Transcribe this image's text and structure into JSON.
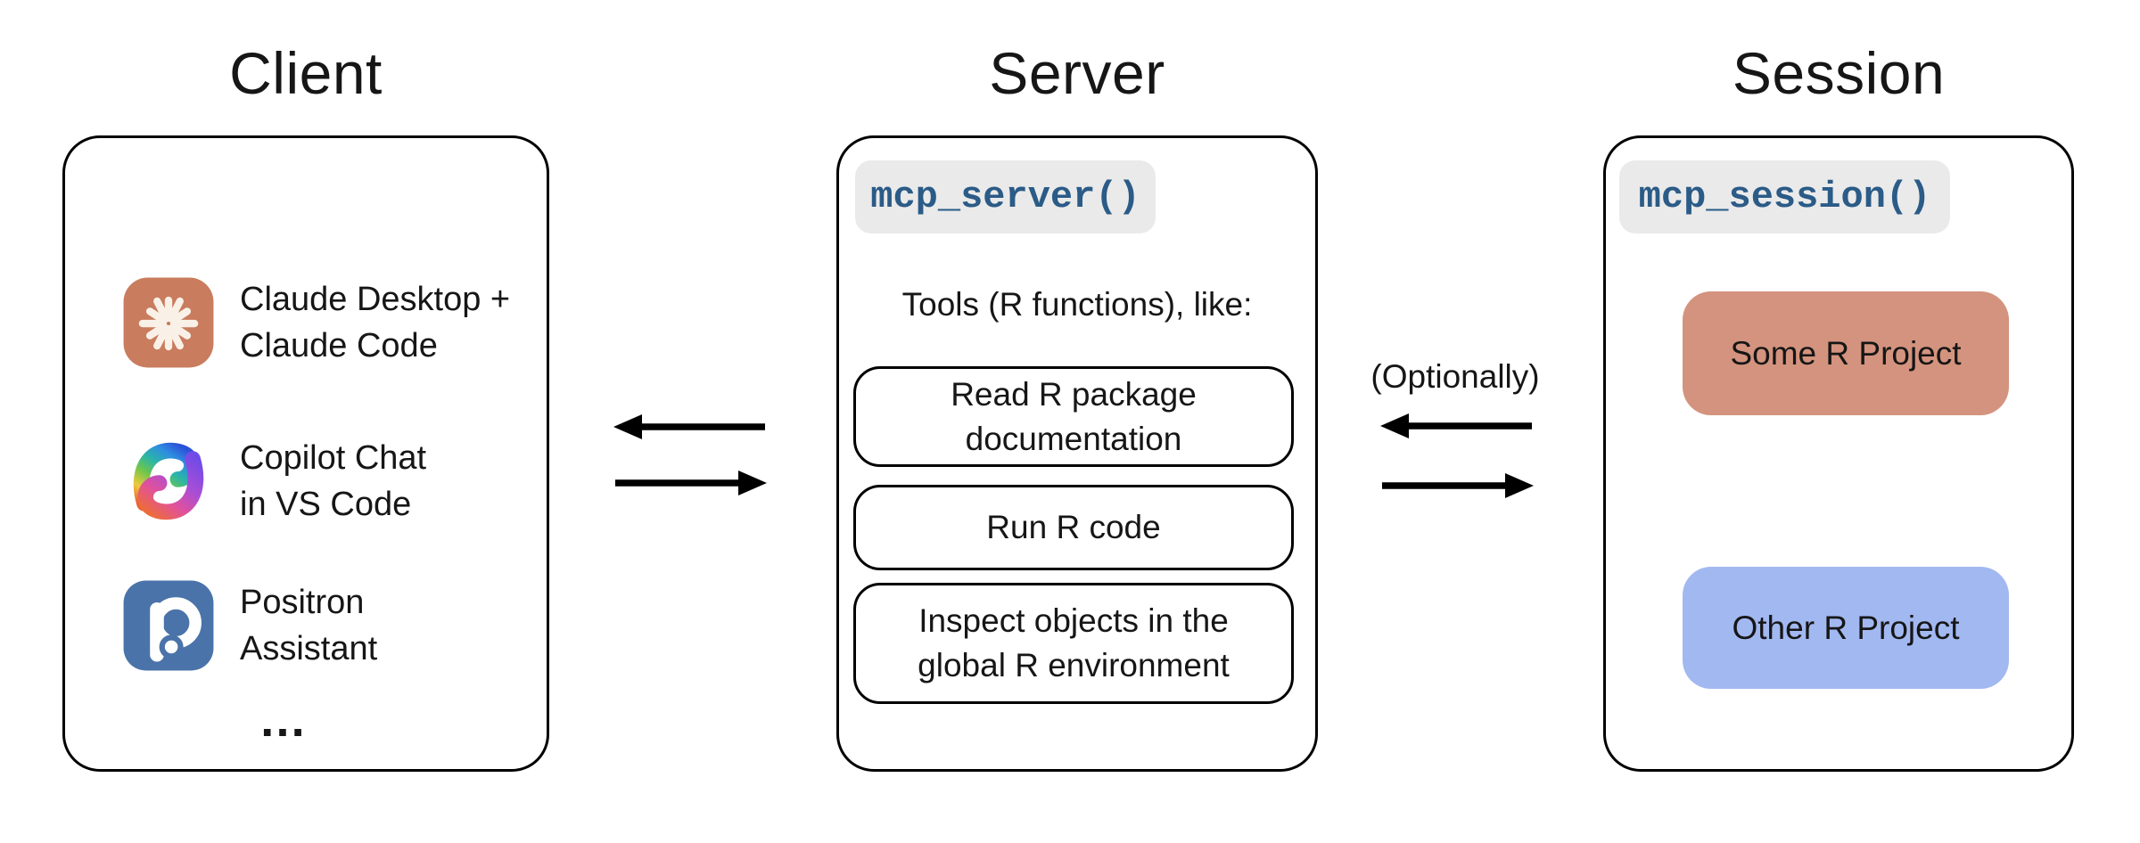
{
  "titles": {
    "client": "Client",
    "server": "Server",
    "session": "Session"
  },
  "client": {
    "items": [
      {
        "icon": "claude-icon",
        "label": "Claude Desktop +\nClaude Code"
      },
      {
        "icon": "copilot-icon",
        "label": "Copilot Chat\nin VS Code"
      },
      {
        "icon": "positron-icon",
        "label": "Positron\nAssistant"
      }
    ],
    "more_indicator": "…"
  },
  "server": {
    "code_label": "mcp_server()",
    "tools_intro": "Tools (R functions), like:",
    "tools": [
      "Read R package\ndocumentation",
      "Run R code",
      "Inspect objects in the\nglobal R environment"
    ]
  },
  "session": {
    "code_label": "mcp_session()",
    "projects": [
      {
        "label": "Some R Project",
        "color": "#D4937E"
      },
      {
        "label": "Other R Project",
        "color": "#A2B8F1"
      }
    ]
  },
  "connections": {
    "client_server": {
      "arrows": [
        "left",
        "right"
      ]
    },
    "server_session": {
      "label": "(Optionally)",
      "arrows": [
        "left",
        "right"
      ]
    }
  },
  "colors": {
    "text": "#161616",
    "box_border": "#000000",
    "arrow": "#000000",
    "code_text": "#2B5B87",
    "code_pill_bg": "#EAEAEA",
    "claude_brand": "#C97C5E",
    "claude_star": "#F9F1E7",
    "positron_brand": "#4A73A9"
  }
}
